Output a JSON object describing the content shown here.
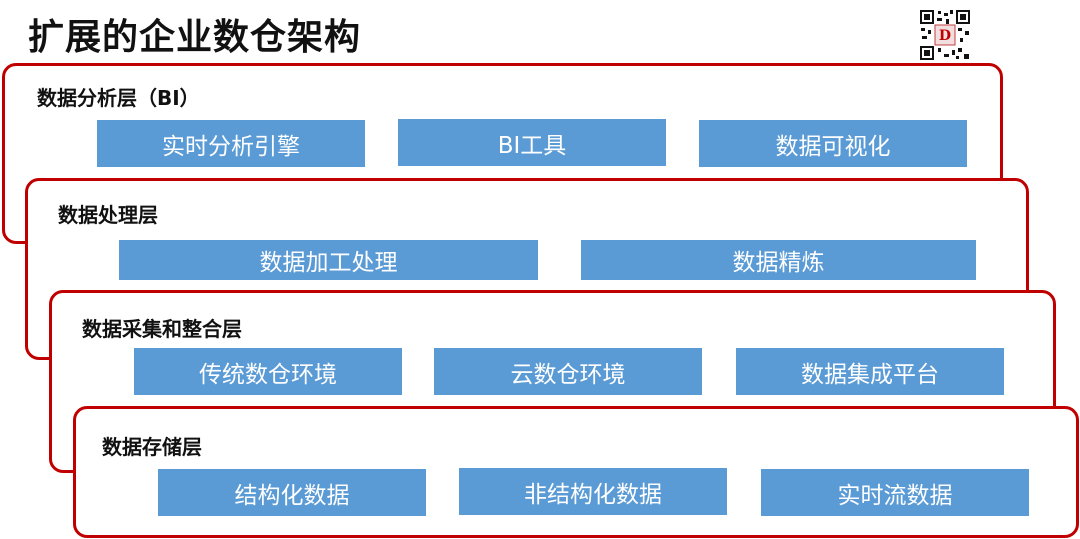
{
  "title": "扩展的企业数仓架构",
  "colors": {
    "frame": "#c00000",
    "box": "#5b9bd5",
    "box_text": "#ffffff"
  },
  "qr_icon": "qr-code-icon",
  "layers": [
    {
      "title": "数据分析层（BI）",
      "boxes": [
        "实时分析引擎",
        "BI工具",
        "数据可视化"
      ]
    },
    {
      "title": "数据处理层",
      "boxes": [
        "数据加工处理",
        "数据精炼"
      ]
    },
    {
      "title": "数据采集和整合层",
      "boxes": [
        "传统数仓环境",
        "云数仓环境",
        "数据集成平台"
      ]
    },
    {
      "title": "数据存储层",
      "boxes": [
        "结构化数据",
        "非结构化数据",
        "实时流数据"
      ]
    }
  ]
}
